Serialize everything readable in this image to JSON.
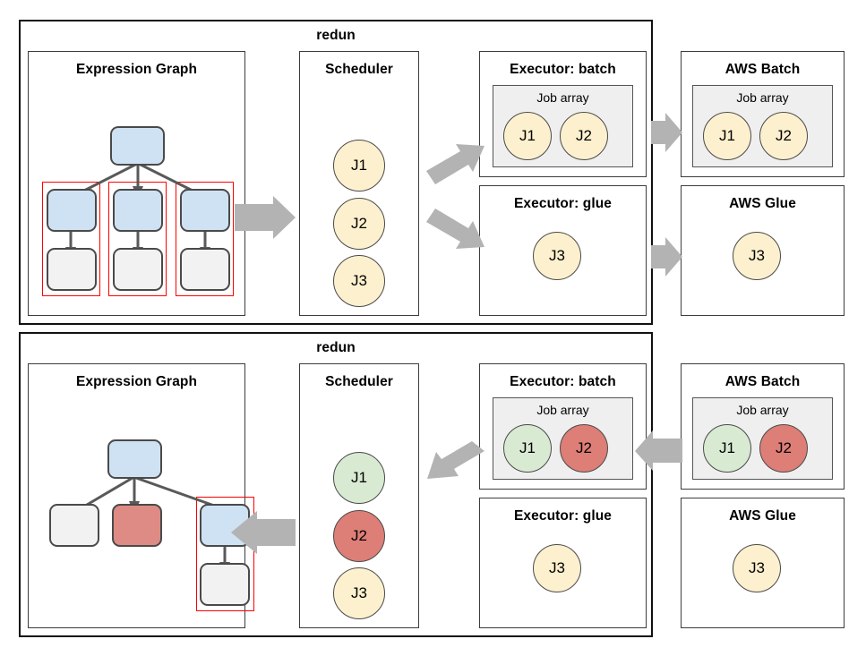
{
  "diagram": {
    "title_text": "redun",
    "panels": [
      {
        "id": "top",
        "label": "redun",
        "sections": {
          "expression_graph": {
            "label": "Expression Graph",
            "nodes": [
              {
                "id": "root",
                "color": "blue"
              },
              {
                "id": "c1",
                "color": "blue"
              },
              {
                "id": "c2",
                "color": "blue"
              },
              {
                "id": "c3",
                "color": "blue"
              },
              {
                "id": "g1",
                "color": "grey"
              },
              {
                "id": "g2",
                "color": "grey"
              },
              {
                "id": "g3",
                "color": "grey"
              }
            ],
            "highlight_boxes": 3
          },
          "scheduler": {
            "label": "Scheduler",
            "jobs": [
              {
                "label": "J1",
                "state": "pending"
              },
              {
                "label": "J2",
                "state": "pending"
              },
              {
                "label": "J3",
                "state": "pending"
              }
            ]
          },
          "executor_batch": {
            "label": "Executor: batch",
            "job_array_label": "Job array",
            "jobs": [
              {
                "label": "J1",
                "state": "pending"
              },
              {
                "label": "J2",
                "state": "pending"
              }
            ]
          },
          "executor_glue": {
            "label": "Executor: glue",
            "jobs": [
              {
                "label": "J3",
                "state": "pending"
              }
            ]
          },
          "aws_batch": {
            "label": "AWS Batch",
            "job_array_label": "Job array",
            "jobs": [
              {
                "label": "J1",
                "state": "pending"
              },
              {
                "label": "J2",
                "state": "pending"
              }
            ]
          },
          "aws_glue": {
            "label": "AWS Glue",
            "jobs": [
              {
                "label": "J3",
                "state": "pending"
              }
            ]
          }
        },
        "flow_direction": "left-to-right"
      },
      {
        "id": "bottom",
        "label": "redun",
        "sections": {
          "expression_graph": {
            "label": "Expression Graph",
            "nodes": [
              {
                "id": "root",
                "color": "blue"
              },
              {
                "id": "c1",
                "color": "grey"
              },
              {
                "id": "c2",
                "color": "red"
              },
              {
                "id": "c3",
                "color": "blue"
              },
              {
                "id": "g3",
                "color": "grey"
              }
            ],
            "highlight_boxes": 1
          },
          "scheduler": {
            "label": "Scheduler",
            "jobs": [
              {
                "label": "J1",
                "state": "done"
              },
              {
                "label": "J2",
                "state": "failed"
              },
              {
                "label": "J3",
                "state": "pending"
              }
            ]
          },
          "executor_batch": {
            "label": "Executor: batch",
            "job_array_label": "Job array",
            "jobs": [
              {
                "label": "J1",
                "state": "done"
              },
              {
                "label": "J2",
                "state": "failed"
              }
            ]
          },
          "executor_glue": {
            "label": "Executor: glue",
            "jobs": [
              {
                "label": "J3",
                "state": "pending"
              }
            ]
          },
          "aws_batch": {
            "label": "AWS Batch",
            "job_array_label": "Job array",
            "jobs": [
              {
                "label": "J1",
                "state": "done"
              },
              {
                "label": "J2",
                "state": "failed"
              }
            ]
          },
          "aws_glue": {
            "label": "AWS Glue",
            "jobs": [
              {
                "label": "J3",
                "state": "pending"
              }
            ]
          }
        },
        "flow_direction": "right-to-left"
      }
    ],
    "colors": {
      "node_blue": "#cfe2f3",
      "node_grey": "#f2f2f2",
      "node_red": "#de8b85",
      "job_pending": "#fdf0ce",
      "job_done": "#d9ead3",
      "job_failed": "#dd7e77",
      "highlight_outline": "#ff0000",
      "arrow_grey": "#b3b3b3",
      "edge_stroke": "#595959",
      "border_dark": "#111111"
    }
  }
}
